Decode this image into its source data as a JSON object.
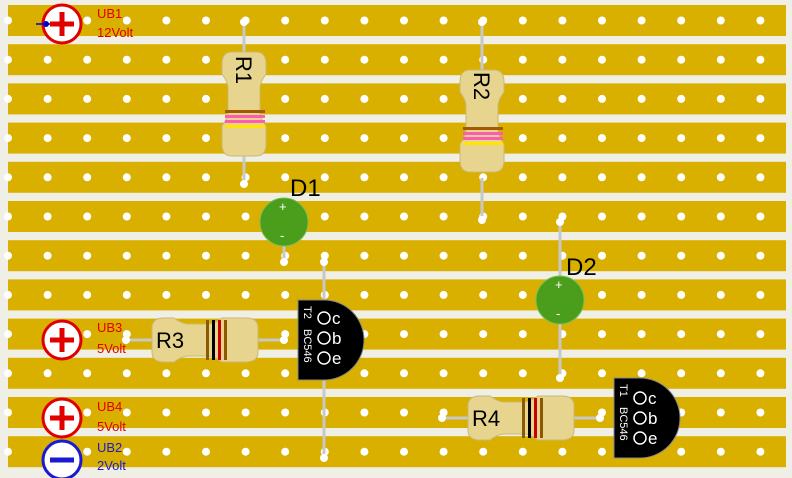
{
  "board": {
    "strip_color": "#d9b000",
    "gap_color": "#f3f3ea",
    "hole_color": "#ffffff",
    "lead_color": "#c8c8c8"
  },
  "supplies": [
    {
      "id": "ub1",
      "name": "UB1",
      "value": "12Volt",
      "polarity": "+",
      "icon": "plus-icon",
      "color": "#e00000"
    },
    {
      "id": "ub3",
      "name": "UB3",
      "value": "5Volt",
      "polarity": "+",
      "icon": "plus-icon",
      "color": "#e00000"
    },
    {
      "id": "ub4",
      "name": "UB4",
      "value": "5Volt",
      "polarity": "+",
      "icon": "plus-icon",
      "color": "#e00000"
    },
    {
      "id": "ub2",
      "name": "UB2",
      "value": "2Volt",
      "polarity": "-",
      "icon": "minus-icon",
      "color": "#1a1ad0"
    }
  ],
  "resistors": [
    {
      "id": "r1",
      "name": "R1",
      "band_colors": [
        "#a05a00",
        "#ff5ab4",
        "#ff5ab4",
        "#ffe600"
      ]
    },
    {
      "id": "r2",
      "name": "R2",
      "band_colors": [
        "#a05a00",
        "#ff5ab4",
        "#ff5ab4",
        "#ffe600"
      ]
    },
    {
      "id": "r3",
      "name": "R3",
      "band_colors": [
        "#8b5a00",
        "#000000",
        "#cc0000",
        "#8b5a00"
      ]
    },
    {
      "id": "r4",
      "name": "R4",
      "band_colors": [
        "#8b5a00",
        "#000000",
        "#cc0000",
        "#8b5a00"
      ]
    }
  ],
  "diodes": [
    {
      "id": "d1",
      "name": "D1",
      "anode": "+",
      "cathode": "-",
      "color": "#4a9e1c"
    },
    {
      "id": "d2",
      "name": "D2",
      "anode": "+",
      "cathode": "-",
      "color": "#4a9e1c"
    }
  ],
  "transistors": [
    {
      "id": "t2",
      "name": "T2",
      "type": "BC546",
      "pins": [
        "c",
        "b",
        "e"
      ]
    },
    {
      "id": "t1",
      "name": "T1",
      "type": "BC546",
      "pins": [
        "c",
        "b",
        "e"
      ]
    }
  ]
}
